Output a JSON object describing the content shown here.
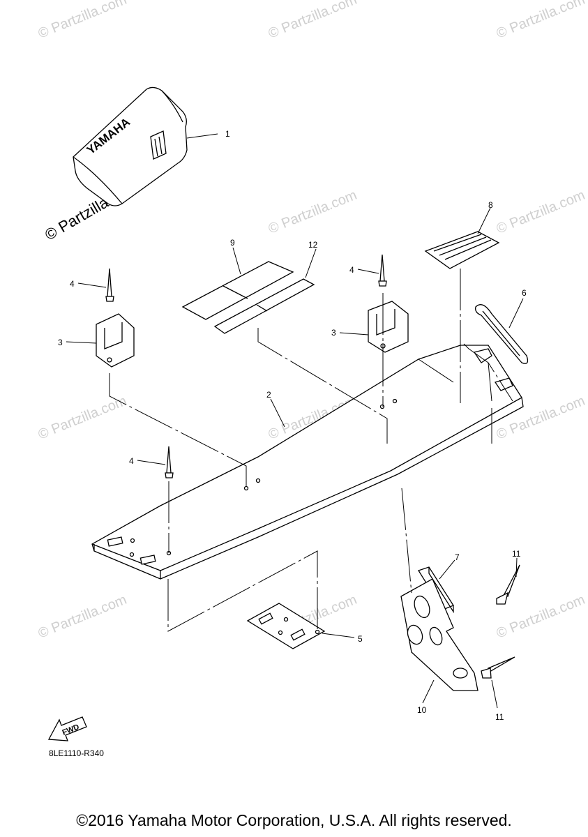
{
  "watermark": "© Partzilla.com",
  "callouts": {
    "p1": "1",
    "p2": "2",
    "p3a": "3",
    "p3b": "3",
    "p4a": "4",
    "p4b": "4",
    "p4c": "4",
    "p5": "5",
    "p6": "6",
    "p7": "7",
    "p8": "8",
    "p9": "9",
    "p10": "10",
    "p11a": "11",
    "p11b": "11",
    "p12": "12"
  },
  "labels": {
    "yamaha_logo": "YAMAHA",
    "fwd": "FWD"
  },
  "diagram_ref": "8LE1110-R340",
  "copyright": "©2016 Yamaha Motor Corporation, U.S.A. All rights reserved."
}
